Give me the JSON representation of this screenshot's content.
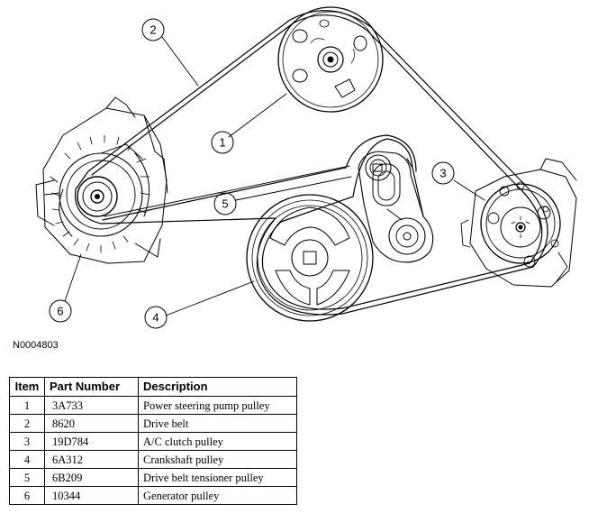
{
  "figure_id": "N0004803",
  "callouts": [
    "1",
    "2",
    "3",
    "4",
    "5",
    "6"
  ],
  "table": {
    "headers": [
      "Item",
      "Part Number",
      "Description"
    ],
    "rows": [
      {
        "item": "1",
        "part": "3A733",
        "desc": "Power steering pump pulley"
      },
      {
        "item": "2",
        "part": "8620",
        "desc": "Drive belt"
      },
      {
        "item": "3",
        "part": "19D784",
        "desc": "A/C clutch pulley"
      },
      {
        "item": "4",
        "part": "6A312",
        "desc": "Crankshaft pulley"
      },
      {
        "item": "5",
        "part": "6B209",
        "desc": "Drive belt tensioner pulley"
      },
      {
        "item": "6",
        "part": "10344",
        "desc": "Generator pulley"
      }
    ]
  }
}
